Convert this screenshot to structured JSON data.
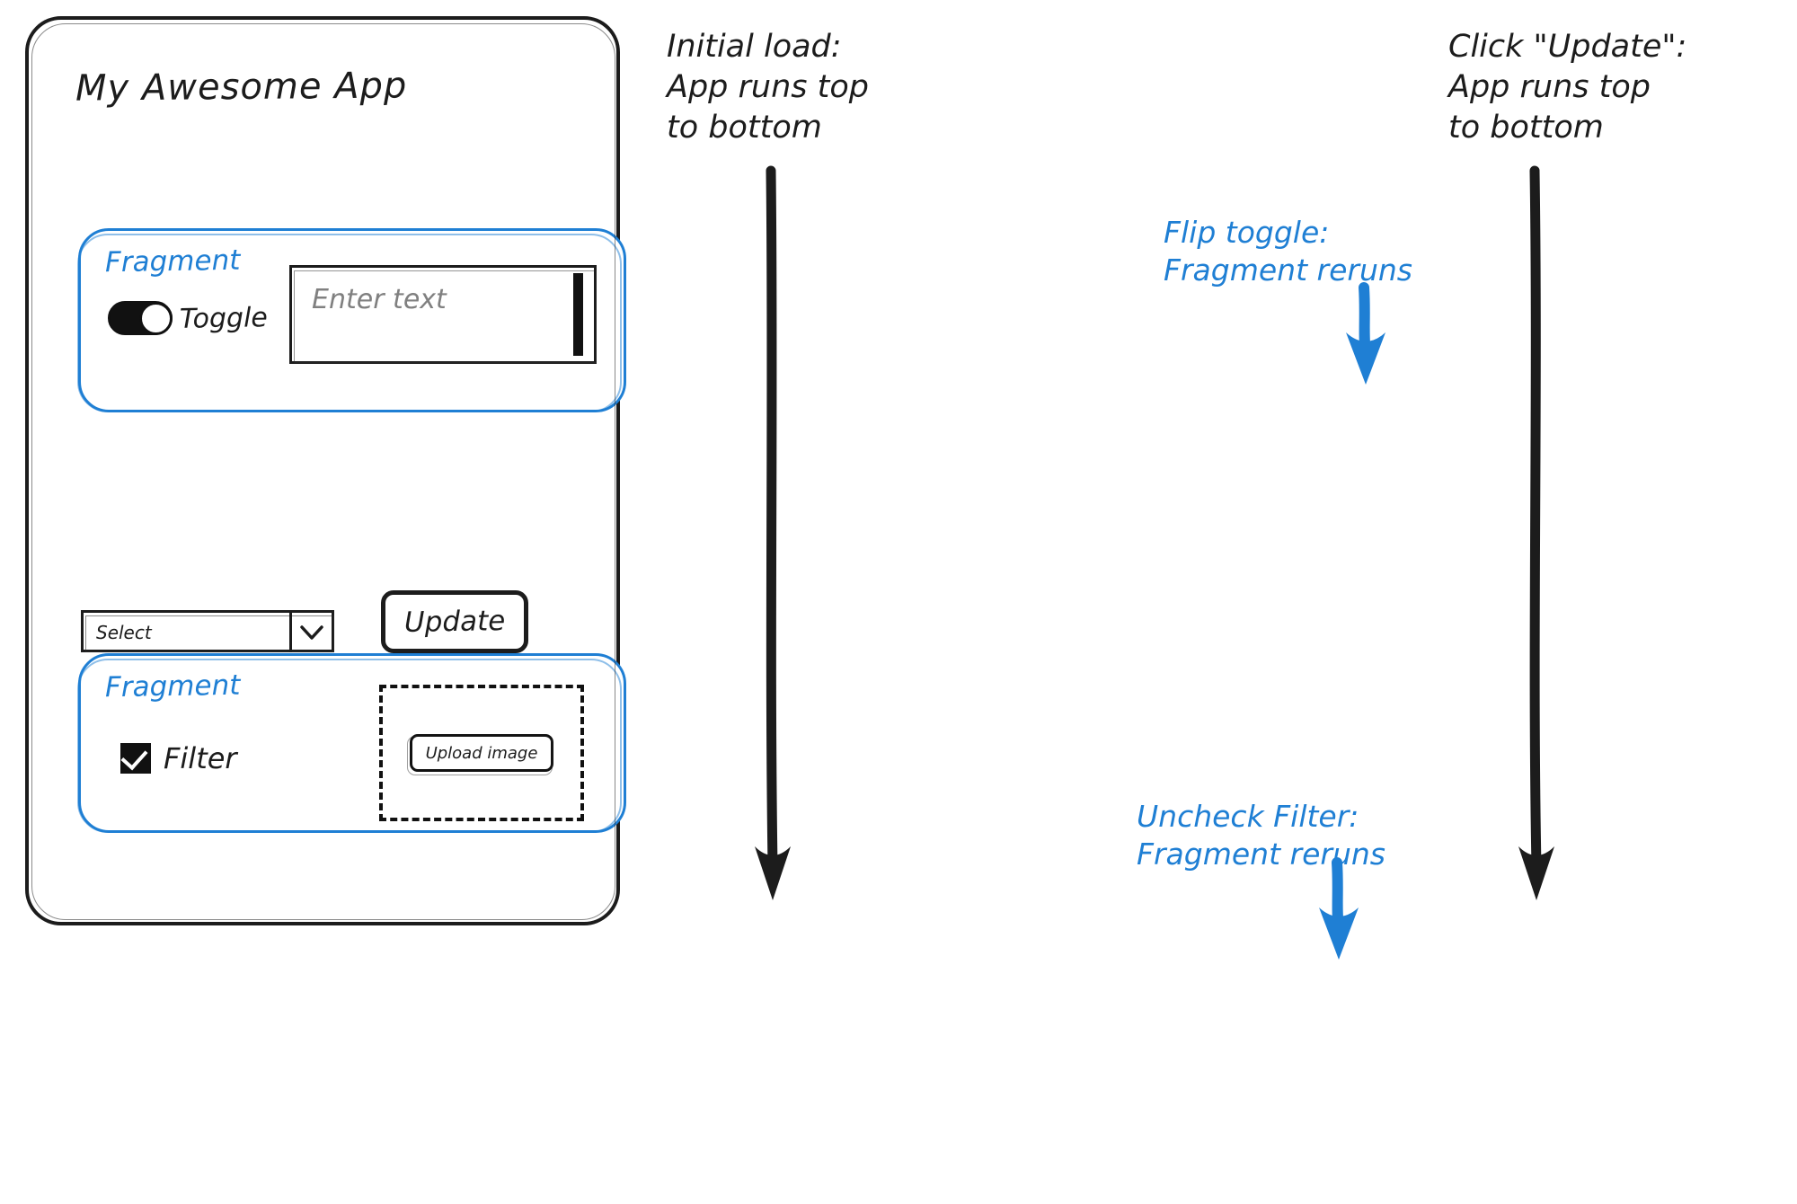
{
  "app": {
    "title": "My Awesome App",
    "fragment_top": {
      "label": "Fragment",
      "toggle_label": "Toggle",
      "toggle_state": "on",
      "text_input_placeholder": "Enter text",
      "text_input_value": ""
    },
    "controls": {
      "select_value": "Select",
      "select_caret_icon": "chevron-down-icon",
      "update_label": "Update"
    },
    "fragment_bottom": {
      "label": "Fragment",
      "filter_label": "Filter",
      "filter_checked": true,
      "upload_label": "Upload image"
    }
  },
  "annotations": {
    "initial_load": "Initial load:\nApp runs top\nto bottom",
    "click_update": "Click \"Update\":\nApp runs top\nto bottom",
    "flip_toggle": "Flip toggle:\nFragment reruns",
    "uncheck_filter": "Uncheck Filter:\nFragment reruns"
  },
  "colors": {
    "ink": "#1c1c1c",
    "accent_blue": "#1f7fd4",
    "placeholder_grey": "#808080",
    "fill_white": "#ffffff"
  },
  "arrows": [
    {
      "name": "initial-load-arrow",
      "color": "#1c1c1c",
      "length": 810,
      "direction": "down"
    },
    {
      "name": "click-update-arrow",
      "color": "#1c1c1c",
      "length": 810,
      "direction": "down"
    },
    {
      "name": "flip-toggle-arrow",
      "color": "#1f7fd4",
      "length": 90,
      "direction": "down"
    },
    {
      "name": "uncheck-filter-arrow",
      "color": "#1f7fd4",
      "length": 90,
      "direction": "down"
    }
  ]
}
